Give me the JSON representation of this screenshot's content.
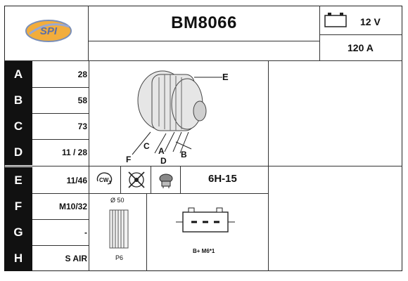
{
  "brand": {
    "logo_text": "SPI"
  },
  "header": {
    "part_number": "BM8066",
    "voltage": "12 V",
    "amperage": "120 A"
  },
  "specs": [
    {
      "letter": "A",
      "value": "28"
    },
    {
      "letter": "B",
      "value": "58"
    },
    {
      "letter": "C",
      "value": "73"
    },
    {
      "letter": "D",
      "value": "11 / 28"
    },
    {
      "letter": "E",
      "value": "11/46"
    },
    {
      "letter": "F",
      "value": "M10/32"
    },
    {
      "letter": "G",
      "value": "-"
    },
    {
      "letter": "H",
      "value": "S AIR"
    }
  ],
  "diagram_labels": {
    "a": "A",
    "b": "B",
    "c": "C",
    "d": "D",
    "e": "E",
    "f": "F"
  },
  "rotation": {
    "label": "CW"
  },
  "regulator_code": "6H-15",
  "pulley": {
    "diameter": "Ø 50",
    "type": "P6"
  },
  "connector": {
    "label": "B+ M6*1"
  }
}
